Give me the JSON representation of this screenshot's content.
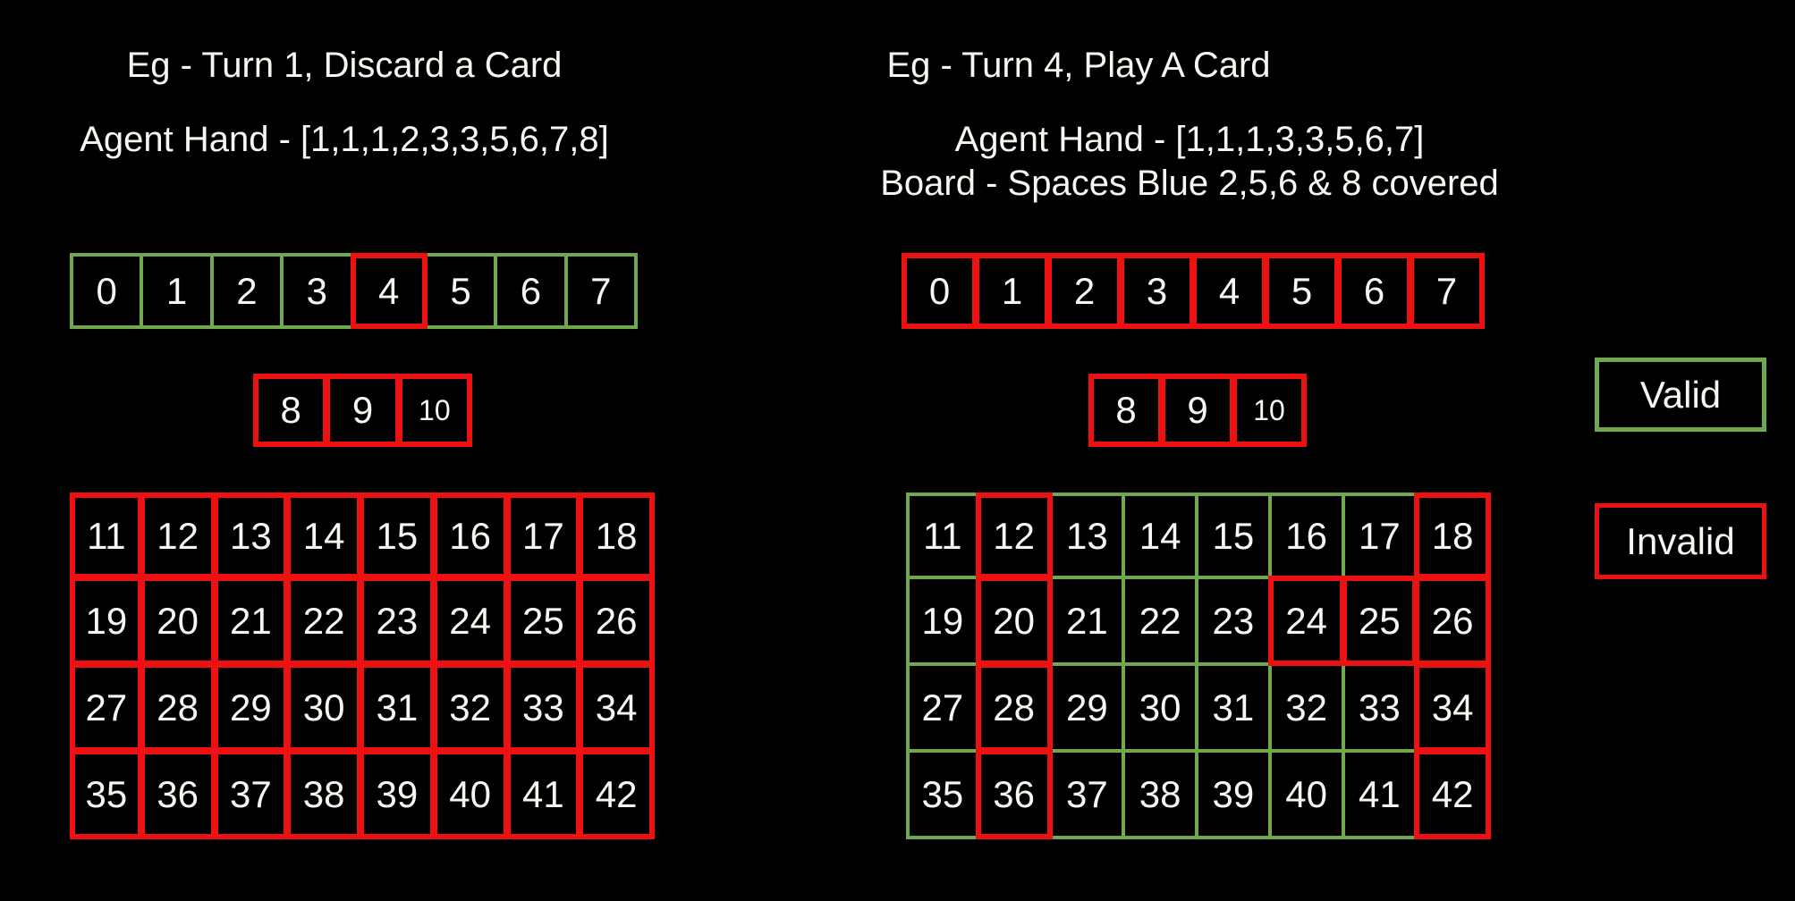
{
  "colors": {
    "valid": "#6fa84f",
    "invalid": "#ee1111",
    "background": "#000000",
    "text": "#f7f7f2"
  },
  "legend": {
    "valid_label": "Valid",
    "invalid_label": "Invalid"
  },
  "examples": [
    {
      "title": "Eg - Turn 1, Discard a Card",
      "info_lines": [
        "Agent Hand - [1,1,1,2,3,3,5,6,7,8]"
      ],
      "hand_row": {
        "labels": [
          "0",
          "1",
          "2",
          "3",
          "4",
          "5",
          "6",
          "7"
        ],
        "states": [
          "valid",
          "valid",
          "valid",
          "valid",
          "invalid",
          "valid",
          "valid",
          "valid"
        ]
      },
      "extra_row": {
        "labels": [
          "8",
          "9",
          "10"
        ],
        "states": [
          "invalid",
          "invalid",
          "invalid"
        ]
      },
      "board_grid": {
        "columns": 8,
        "labels": [
          "11",
          "12",
          "13",
          "14",
          "15",
          "16",
          "17",
          "18",
          "19",
          "20",
          "21",
          "22",
          "23",
          "24",
          "25",
          "26",
          "27",
          "28",
          "29",
          "30",
          "31",
          "32",
          "33",
          "34",
          "35",
          "36",
          "37",
          "38",
          "39",
          "40",
          "41",
          "42"
        ],
        "states": [
          "invalid",
          "invalid",
          "invalid",
          "invalid",
          "invalid",
          "invalid",
          "invalid",
          "invalid",
          "invalid",
          "invalid",
          "invalid",
          "invalid",
          "invalid",
          "invalid",
          "invalid",
          "invalid",
          "invalid",
          "invalid",
          "invalid",
          "invalid",
          "invalid",
          "invalid",
          "invalid",
          "invalid",
          "invalid",
          "invalid",
          "invalid",
          "invalid",
          "invalid",
          "invalid",
          "invalid",
          "invalid"
        ]
      }
    },
    {
      "title": "Eg - Turn 4, Play A Card",
      "info_lines": [
        "Agent Hand - [1,1,1,3,3,5,6,7]",
        "Board - Spaces Blue 2,5,6 & 8 covered"
      ],
      "hand_row": {
        "labels": [
          "0",
          "1",
          "2",
          "3",
          "4",
          "5",
          "6",
          "7"
        ],
        "states": [
          "invalid",
          "invalid",
          "invalid",
          "invalid",
          "invalid",
          "invalid",
          "invalid",
          "invalid"
        ]
      },
      "extra_row": {
        "labels": [
          "8",
          "9",
          "10"
        ],
        "states": [
          "invalid",
          "invalid",
          "invalid"
        ]
      },
      "board_grid": {
        "columns": 8,
        "labels": [
          "11",
          "12",
          "13",
          "14",
          "15",
          "16",
          "17",
          "18",
          "19",
          "20",
          "21",
          "22",
          "23",
          "24",
          "25",
          "26",
          "27",
          "28",
          "29",
          "30",
          "31",
          "32",
          "33",
          "34",
          "35",
          "36",
          "37",
          "38",
          "39",
          "40",
          "41",
          "42"
        ],
        "states": [
          "valid",
          "invalid",
          "valid",
          "valid",
          "valid",
          "valid",
          "valid",
          "invalid",
          "valid",
          "invalid",
          "valid",
          "valid",
          "valid",
          "invalid",
          "invalid",
          "invalid",
          "valid",
          "invalid",
          "valid",
          "valid",
          "valid",
          "valid",
          "valid",
          "invalid",
          "valid",
          "invalid",
          "valid",
          "valid",
          "valid",
          "valid",
          "valid",
          "invalid"
        ]
      }
    }
  ]
}
